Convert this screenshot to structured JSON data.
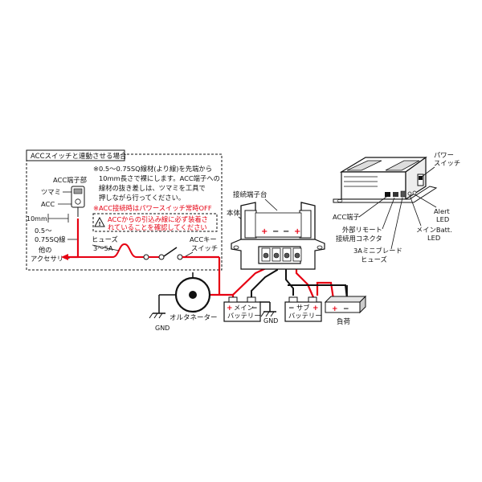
{
  "acc_box": {
    "title": "ACCスイッチと連動させる場合",
    "note_line1": "※0.5～0.75SQ線材(より線)を先端から",
    "note_line2": "10mm長さで裸にします。ACC端子への",
    "note_line3": "線材の抜き差しは、ツマミを工具で",
    "note_line4": "押しながら行ってください。",
    "acc_terminal": "ACC端子部",
    "knob": "ツマミ",
    "acc": "ACC",
    "warning_line1": "ACCからの引込み線に必ず装着さ",
    "warning_line2": "れていることを確認してください",
    "red_note": "※ACC接続時はパワースイッチ常時OFF",
    "length": "10mm",
    "wire_spec_line1": "0.5～",
    "wire_spec_line2": "0.75SQ線",
    "fuse_line1": "ヒューズ",
    "fuse_line2": "3～5A",
    "acc_key_line1": "ACCキー",
    "acc_key_line2": "スイッチ",
    "other_line1": "他の",
    "other_line2": "アクセサリー"
  },
  "main_diagram": {
    "terminal_block": "接続端子台",
    "body": "本体",
    "terminal_signs": [
      "+",
      "−",
      "−",
      "+"
    ],
    "alternator": "オルタネーター",
    "gnd1": "GND",
    "gnd2": "GND",
    "main_battery_line1": "メイン",
    "main_battery_line2": "バッテリー",
    "sub_battery_line1": "サブ",
    "sub_battery_line2": "バッテリー",
    "load": "負荷",
    "plus": "+",
    "minus": "−"
  },
  "device_labels": {
    "power_switch_line1": "パワー",
    "power_switch_line2": "スイッチ",
    "alert_led_line1": "Alert",
    "alert_led_line2": "LED",
    "main_batt_led_line1": "メインBatt.",
    "main_batt_led_line2": "LED",
    "acc_terminal": "ACC端子",
    "remote_line1": "外部リモート",
    "remote_line2": "接続用コネクタ",
    "fuse_line1": "3Aミニブレード",
    "fuse_line2": "ヒューズ"
  },
  "colors": {
    "wire_red": "#e60012",
    "line_black": "#111111"
  }
}
